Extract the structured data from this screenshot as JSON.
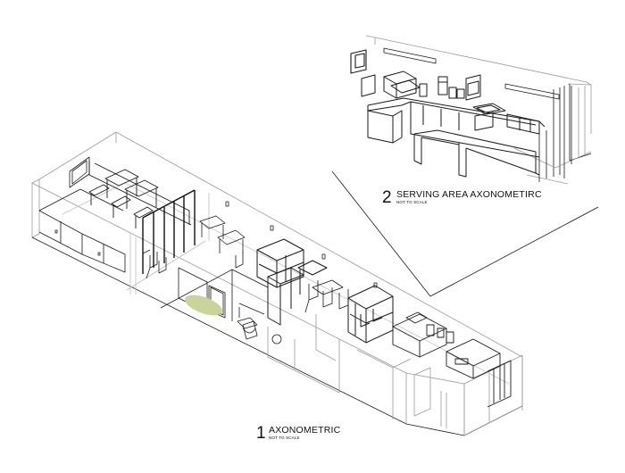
{
  "views": [
    {
      "number": "1",
      "title": "AXONOMETRIC",
      "note": "NOT TO SCALE"
    },
    {
      "number": "2",
      "title": "SERVING AREA AXONOMETIRC",
      "note": "NOT TO SCALE"
    }
  ],
  "colors": {
    "line": "#1a1a1a",
    "glass": "#bdbdbd",
    "rug": "#c9d49a"
  }
}
